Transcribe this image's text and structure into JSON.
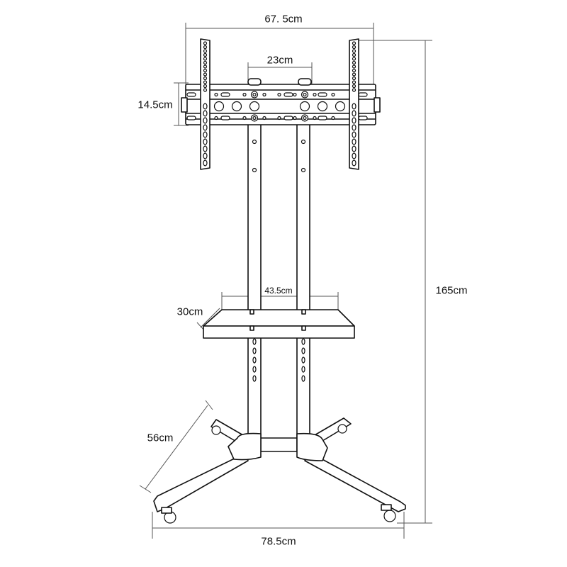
{
  "title": "TV stand dimension diagram",
  "dimensions": {
    "mount_width": "67. 5cm",
    "vesa_spacing": "23cm",
    "mount_height": "14.5cm",
    "total_height": "165cm",
    "shelf_width": "43.5cm",
    "shelf_depth": "30cm",
    "base_depth": "56cm",
    "base_width": "78.5cm"
  },
  "colors": {
    "line": "#111111",
    "dimension": "#555555",
    "background": "#ffffff"
  }
}
